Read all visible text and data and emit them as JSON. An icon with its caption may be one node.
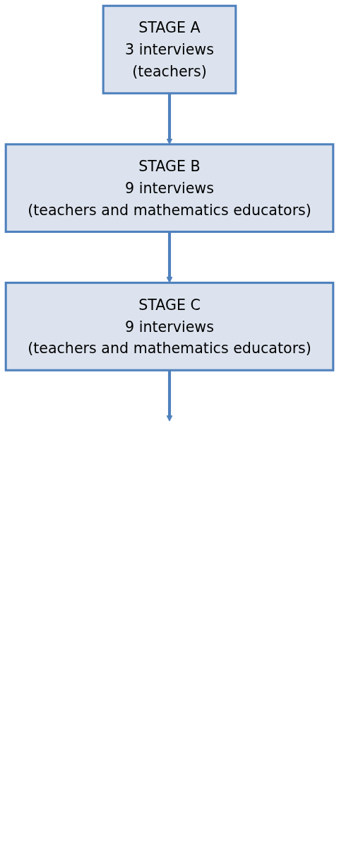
{
  "diagram": {
    "nodes": [
      {
        "text": [
          "STAGE A",
          "3 interviews",
          "(teachers)"
        ]
      },
      {
        "text": [
          "STAGE B",
          "9 interviews",
          "(teachers and mathematics educators)"
        ]
      },
      {
        "text": [
          "STAGE C",
          "9 interviews",
          "(teachers and mathematics educators)"
        ]
      }
    ],
    "edges": [
      {
        "from": 0,
        "to": 1,
        "arrow": "to"
      },
      {
        "from": 1,
        "to": 2,
        "arrow": "to"
      },
      {
        "from": 2,
        "to": null,
        "arrow": "to"
      }
    ]
  }
}
